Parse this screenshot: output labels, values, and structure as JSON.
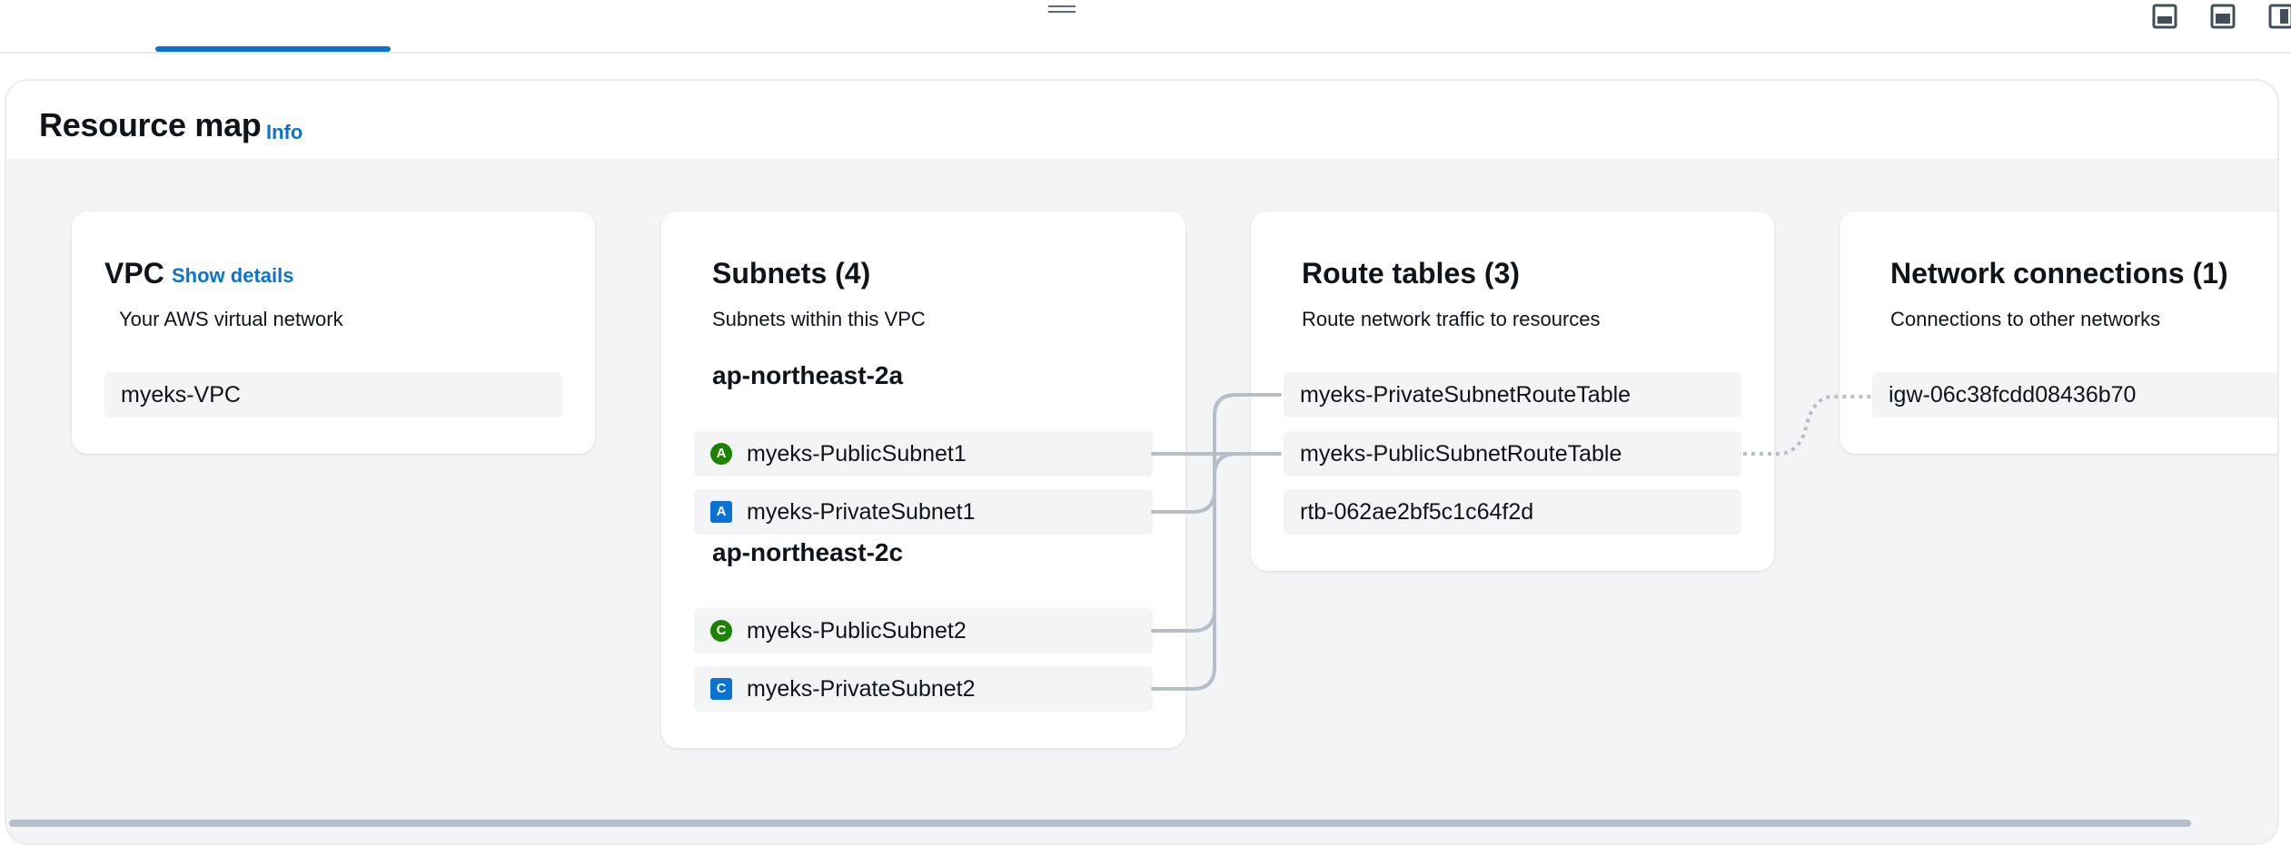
{
  "resource_map": {
    "title": "Resource map",
    "info_label": "Info"
  },
  "vpc": {
    "title": "VPC",
    "show_details_label": "Show details",
    "description": "Your AWS virtual network",
    "items": [
      {
        "label": "myeks-VPC"
      }
    ]
  },
  "subnets": {
    "title": "Subnets (4)",
    "description": "Subnets within this VPC",
    "groups": [
      {
        "zone": "ap-northeast-2a",
        "items": [
          {
            "label": "myeks-PublicSubnet1",
            "badge": "A",
            "type": "public"
          },
          {
            "label": "myeks-PrivateSubnet1",
            "badge": "A",
            "type": "private"
          }
        ]
      },
      {
        "zone": "ap-northeast-2c",
        "items": [
          {
            "label": "myeks-PublicSubnet2",
            "badge": "C",
            "type": "public"
          },
          {
            "label": "myeks-PrivateSubnet2",
            "badge": "C",
            "type": "private"
          }
        ]
      }
    ]
  },
  "route_tables": {
    "title": "Route tables (3)",
    "description": "Route network traffic to resources",
    "items": [
      {
        "label": "myeks-PrivateSubnetRouteTable"
      },
      {
        "label": "myeks-PublicSubnetRouteTable"
      },
      {
        "label": "rtb-062ae2bf5c1c64f2d"
      }
    ]
  },
  "network_connections": {
    "title": "Network connections (1)",
    "description": "Connections to other networks",
    "items": [
      {
        "label": "igw-06c38fcdd08436b70"
      }
    ]
  },
  "colors": {
    "link": "#0972d3",
    "public_badge": "#1d8102",
    "private_badge": "#0972d3",
    "connector": "#b6bec9"
  }
}
